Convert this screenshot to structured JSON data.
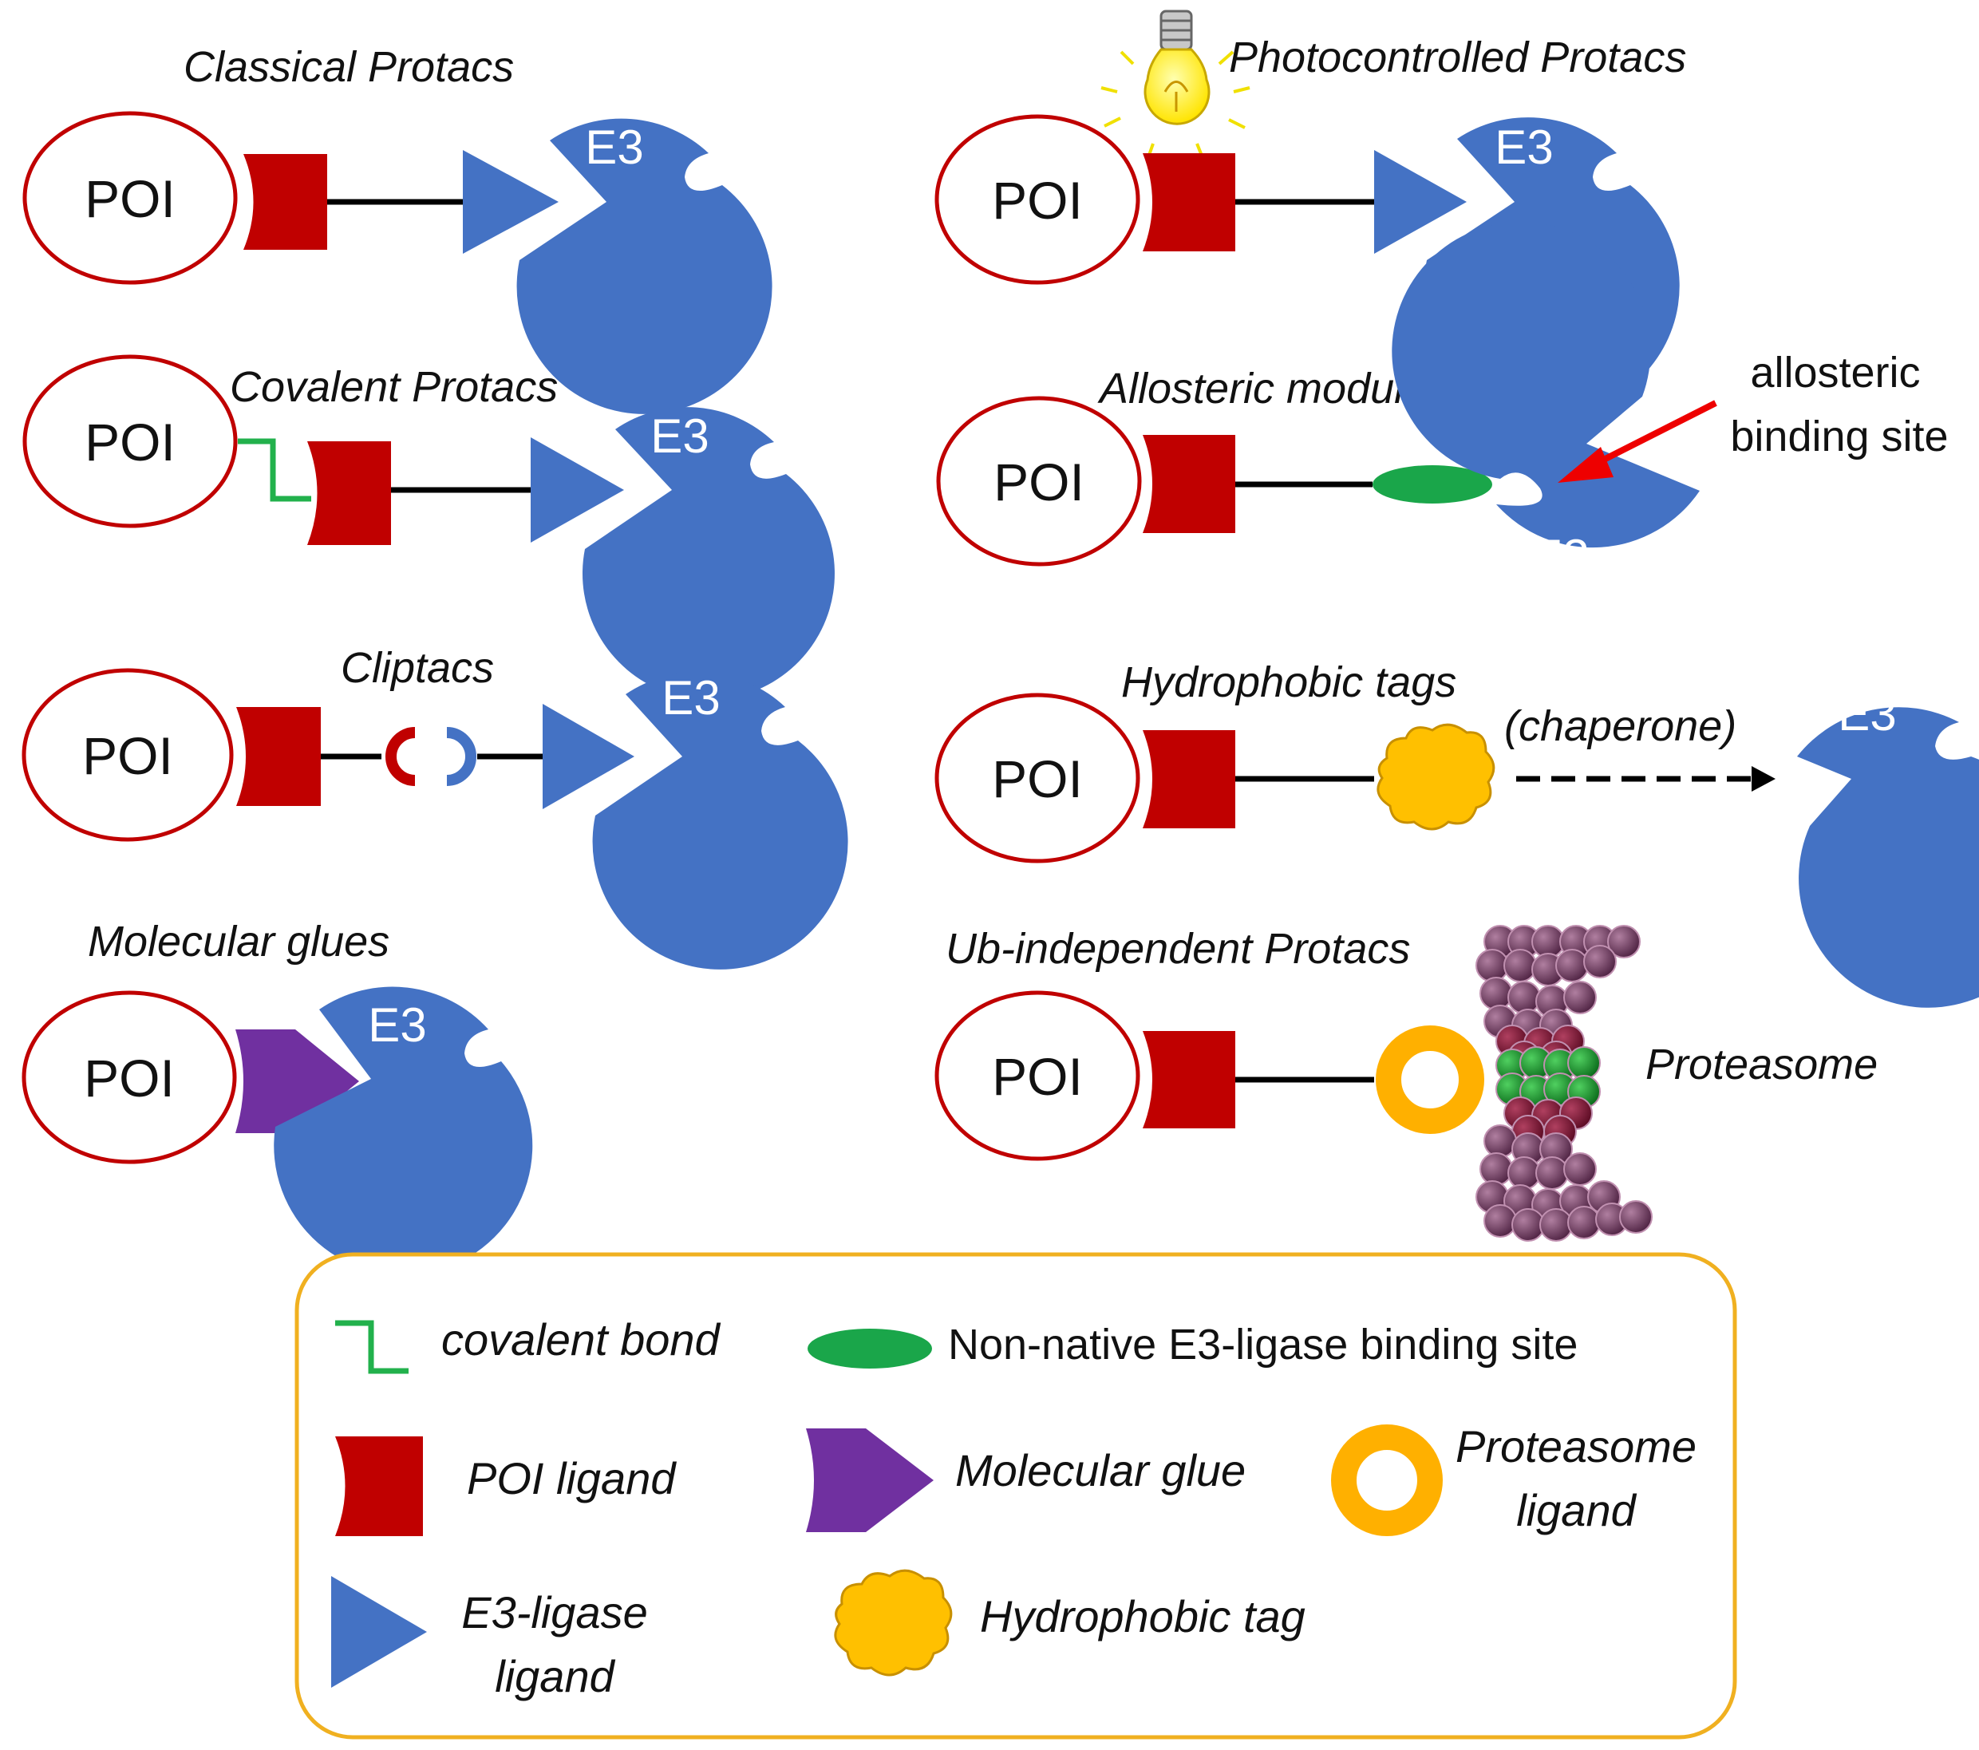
{
  "labels": {
    "poi": "POI",
    "e3": "E3"
  },
  "panels": {
    "classical": {
      "title": "Classical Protacs"
    },
    "covalent": {
      "title": "Covalent Protacs"
    },
    "cliptacs": {
      "title": "Cliptacs"
    },
    "glues": {
      "title": "Molecular glues"
    },
    "photo": {
      "title": "Photocontrolled Protacs"
    },
    "allosteric": {
      "title": "Allosteric modulators",
      "site_line1": "allosteric",
      "site_line2": "binding site"
    },
    "hydrophobic": {
      "title": "Hydrophobic tags",
      "chaperone": "(chaperone)"
    },
    "ubindep": {
      "title": "Ub-independent Protacs",
      "proteasome": "Proteasome"
    }
  },
  "legend": {
    "covalent_bond": "covalent bond",
    "non_native_site": "Non-native E3-ligase binding site",
    "poi_ligand": "POI ligand",
    "molecular_glue": "Molecular glue",
    "proteasome_ligand_1": "Proteasome",
    "proteasome_ligand_2": "ligand",
    "e3_ligand_1": "E3-ligase",
    "e3_ligand_2": "ligand",
    "hydrophobic_tag": "Hydrophobic tag"
  },
  "colors": {
    "poi_outline": "#c00000",
    "poi_ligand": "#c00000",
    "e3": "#4472c4",
    "covalent_bond": "#22b14c",
    "non_native_site": "#1aa64a",
    "glue": "#7030a0",
    "tag": "#ffc000",
    "proteasome_ring": "#ffb000",
    "legend_border": "#f0b020",
    "arrow": "#ee0000"
  },
  "icons": [
    "bulb-icon",
    "proteasome-icon",
    "red-arrow-icon"
  ]
}
